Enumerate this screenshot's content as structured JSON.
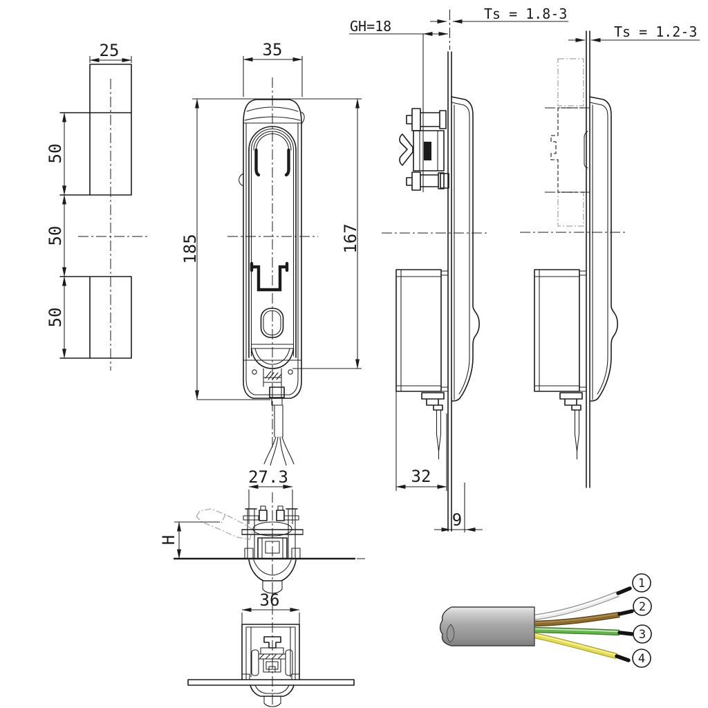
{
  "doc": {
    "background": "#ffffff",
    "ink": "#1b1b1b",
    "phantom_gray": "#b4b4b4",
    "description": "Technical dimension drawing of a swing handle lock with panel cutout, side mounting views and connection cable"
  },
  "dims": {
    "cutout_width": "25",
    "cutout_seg_top": "50",
    "cutout_seg_mid": "50",
    "cutout_seg_bottom": "50",
    "handle_width": "35",
    "overall_height": "185",
    "body_height": "167",
    "grip_height": "GH=18",
    "door_thickness_a": "Ts = 1.8-3",
    "door_thickness_b": "Ts = 1.2-3",
    "case_depth": "32",
    "rear_offset": "9",
    "cam_width": "27.3",
    "cam_height": "H",
    "base_width": "36"
  },
  "cable": {
    "jacket_color": "#a8a8a8",
    "jacket_edge": "#3a3a3a",
    "wires": [
      {
        "num": "1",
        "color": "#ededed",
        "stripe": "#ffffff",
        "edge": "#909090"
      },
      {
        "num": "2",
        "color": "#8a6a2e",
        "stripe": "#b08f4e",
        "edge": "#5c431a"
      },
      {
        "num": "3",
        "color": "#63b24b",
        "stripe": "#c9e7b9",
        "edge": "#3e7a2e"
      },
      {
        "num": "4",
        "color": "#e4dc52",
        "stripe": "#f7f3a6",
        "edge": "#a9a232"
      }
    ]
  }
}
